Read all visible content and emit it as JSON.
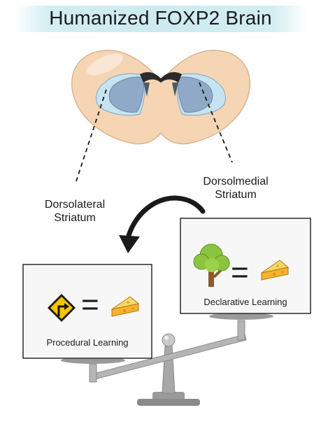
{
  "title": "Humanized FOXP2 Brain",
  "labels": {
    "dorsolateral": "Dorsolateral\nStriatum",
    "dorsomedial": "Dorsolmedial\nStriatum"
  },
  "cards": {
    "procedural": {
      "caption": "Procedural Learning",
      "symbol": "="
    },
    "declarative": {
      "caption": "Declarative Learning",
      "symbol": "="
    }
  },
  "icons": [
    "brain-section-icon",
    "turn-sign-icon",
    "cheese-icon",
    "tree-icon",
    "balance-scale-icon",
    "curved-arrow-icon"
  ],
  "colors": {
    "banner": "#cdeaf0",
    "brain": "#f6d5b5",
    "striatum": "#8fa9c7",
    "ventricle": "#c6e4f0",
    "sign": "#f5c400",
    "cheese": "#f4b32a",
    "tree_leaves": "#8bc53f",
    "tree_trunk": "#8b5a2b"
  }
}
